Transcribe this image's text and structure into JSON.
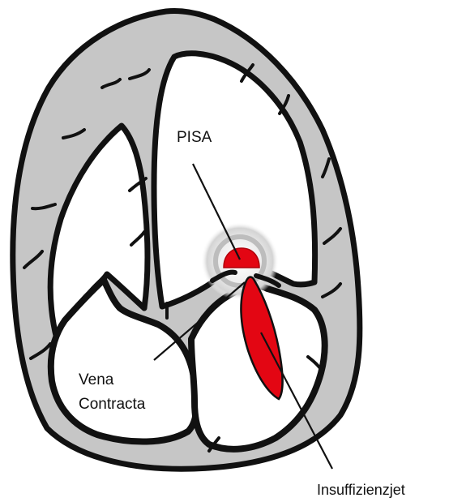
{
  "labels": {
    "pisa": "PISA",
    "vena_contracta_line1": "Vena",
    "vena_contracta_line2": "Contracta",
    "jet": "Insuffizienzjet"
  },
  "colors": {
    "wall_fill": "#c6c6c6",
    "outline": "#111111",
    "regurgitation": "#e30613",
    "pisa_halo": "#d9d9d9",
    "background": "#ffffff"
  }
}
